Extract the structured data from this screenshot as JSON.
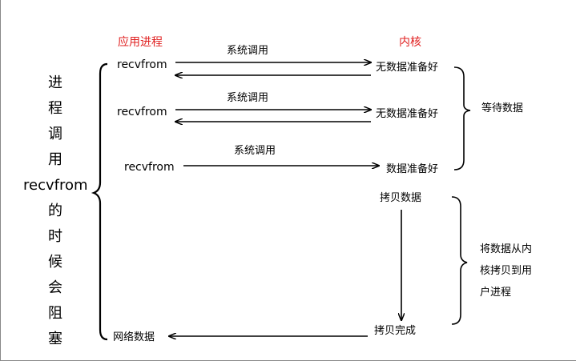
{
  "headers": {
    "app": "应用进程",
    "kernel": "内核"
  },
  "side_label": [
    "进",
    "程",
    "调",
    "用",
    "recvfrom",
    "的",
    "时",
    "候",
    "会",
    "阻",
    "塞"
  ],
  "rows": [
    {
      "call": "recvfrom",
      "syscall": "系统调用",
      "status": "无数据准备好"
    },
    {
      "call": "recvfrom",
      "syscall": "系统调用",
      "status": "无数据准备好"
    },
    {
      "call": "recvfrom",
      "syscall": "系统调用",
      "status": "数据准备好"
    }
  ],
  "wait_label": "等待数据",
  "copy_start": "拷贝数据",
  "copy_done": "拷贝完成",
  "copy_label_lines": [
    "将数据从内",
    "核拷贝到用",
    "户进程"
  ],
  "result": "网络数据",
  "colors": {
    "header": "#e02020",
    "line": "#000000"
  }
}
